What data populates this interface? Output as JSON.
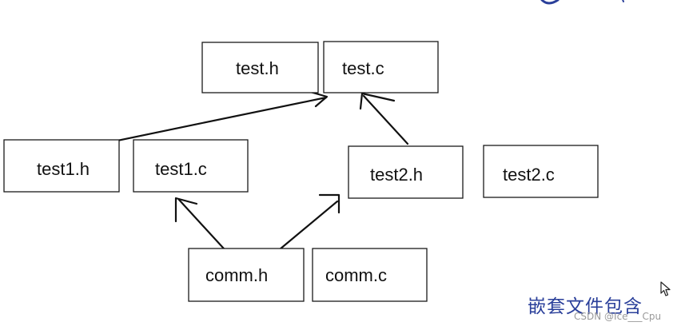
{
  "diagram": {
    "nodes": [
      {
        "id": "test-h",
        "label": "test.h"
      },
      {
        "id": "test-c",
        "label": "test.c"
      },
      {
        "id": "test1-h",
        "label": "test1.h"
      },
      {
        "id": "test1-c",
        "label": "test1.c"
      },
      {
        "id": "test2-h",
        "label": "test2.h"
      },
      {
        "id": "test2-c",
        "label": "test2.c"
      },
      {
        "id": "comm-h",
        "label": "comm.h"
      },
      {
        "id": "comm-c",
        "label": "comm.c"
      }
    ],
    "edges": [
      {
        "from": "test1-h",
        "to": "test-c"
      },
      {
        "from": "test2-h",
        "to": "test-c"
      },
      {
        "from": "comm-h",
        "to": "test1-c"
      },
      {
        "from": "comm-h",
        "to": "test2-h"
      }
    ],
    "caption": "嵌套文件包含",
    "watermark": "CSDN @Ice___Cpu"
  },
  "colors": {
    "caption": "#2a3f9a",
    "stroke": "#111111"
  }
}
